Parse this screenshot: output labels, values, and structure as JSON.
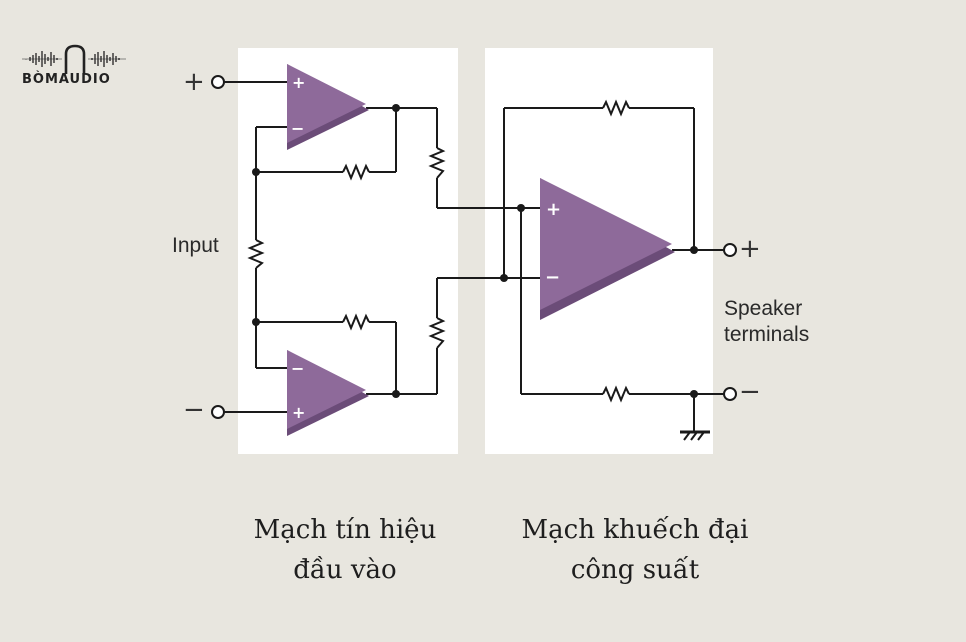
{
  "logo": {
    "text": "BÒMAUDIO",
    "icon": "soundwave-A-icon"
  },
  "labels": {
    "input": "Input",
    "speaker_line1": "Speaker",
    "speaker_line2": "terminals",
    "input_plus": "+",
    "input_minus": "−",
    "out_plus": "+",
    "out_minus": "−",
    "opamp_plus": "+",
    "opamp_minus": "−"
  },
  "captions": {
    "left_line1": "Mạch tín hiệu",
    "left_line2": "đầu vào",
    "right_line1": "Mạch khuếch đại",
    "right_line2": "công suất"
  },
  "colors": {
    "background": "#e8e6df",
    "panel": "#ffffff",
    "opamp_fill": "#8e6a9a",
    "opamp_shadow": "#6b4c78",
    "wire": "#1a1a1a"
  }
}
